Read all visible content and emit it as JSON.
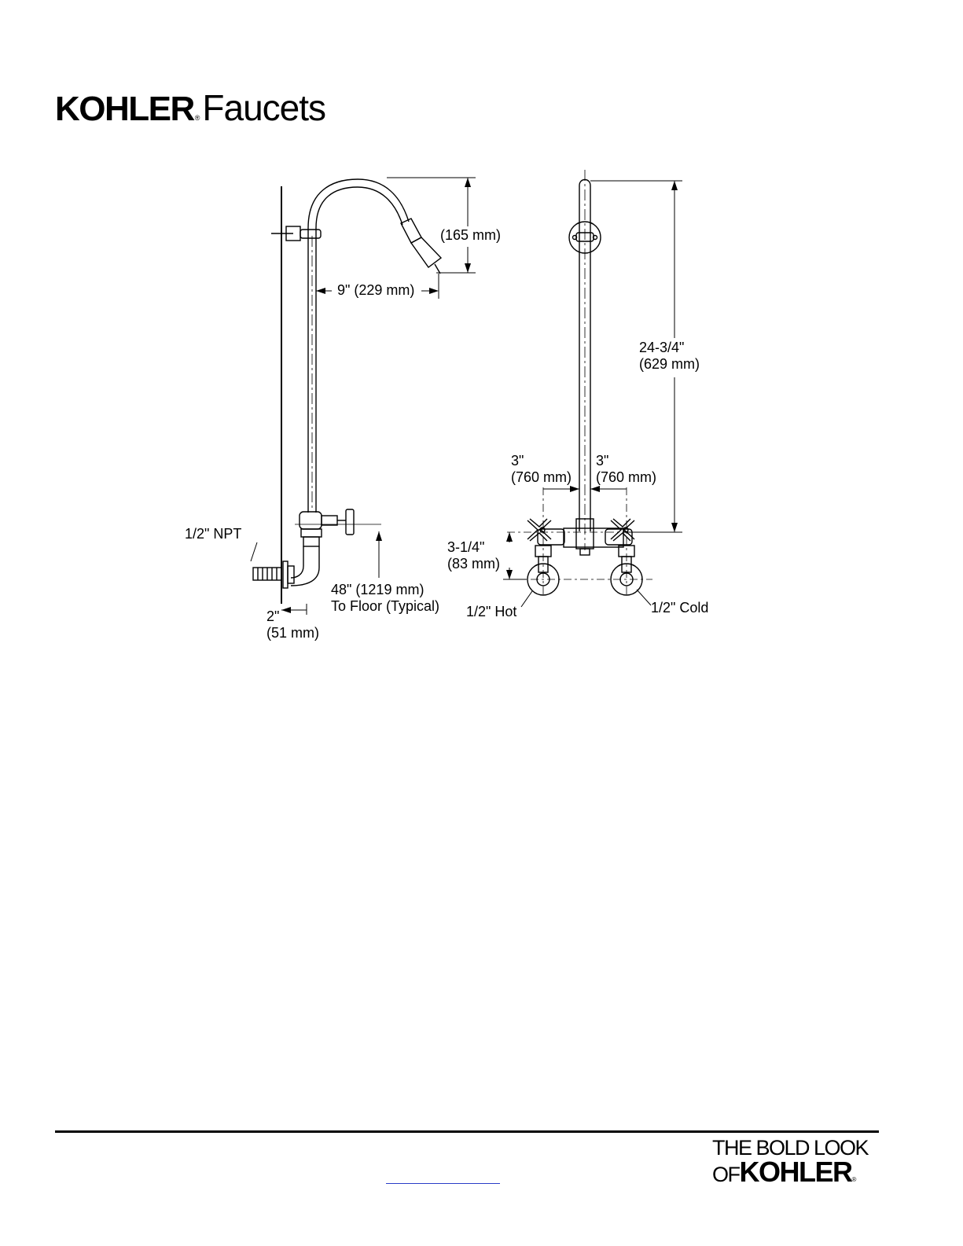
{
  "header": {
    "brand": "KOHLER",
    "registered": "®",
    "product": "Faucets"
  },
  "dimensions": {
    "spout_height": "(165 mm)",
    "spout_reach": "9\" (229 mm)",
    "npt": "1/2\" NPT",
    "floor_height_1": "48\" (1219 mm)",
    "floor_height_2": "To Floor (Typical)",
    "wall_offset_1": "2\"",
    "wall_offset_2": "(51 mm)",
    "spout_total_1": "24-3/4\"",
    "spout_total_2": "(629 mm)",
    "left_center_1": "3\"",
    "left_center_2": "(760 mm)",
    "right_center_1": "3\"",
    "right_center_2": "(760 mm)",
    "supply_drop_1": "3-1/4\"",
    "supply_drop_2": "(83 mm)",
    "hot_label": "1/2\" Hot",
    "cold_label": "1/2\" Cold"
  },
  "footer": {
    "tagline_line1": "THE BOLD LOOK",
    "tagline_of": "OF",
    "tagline_brand": "KOHLER",
    "registered": "®",
    "link_color": "#2a3cc8"
  }
}
